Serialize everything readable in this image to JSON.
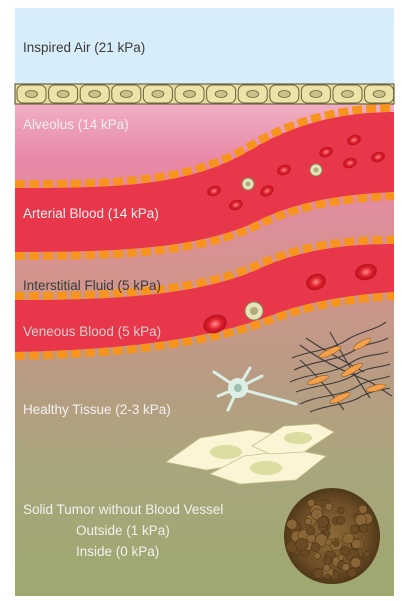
{
  "labels": {
    "inspired_air": "Inspired Air (21 kPa)",
    "alveolus": "Alveolus (14 kPa)",
    "arterial_blood": "Arterial Blood (14 kPa)",
    "interstitial_fluid": "Interstitial Fluid (5 kPa)",
    "venous_blood": "Veneous Blood (5 kPa)",
    "healthy_tissue": "Healthy Tissue (2-3 kPa)",
    "solid_tumor": "Solid Tumor without Blood Vessel",
    "tumor_outside": "Outside (1 kPa)",
    "tumor_inside": "Inside (0 kPa)"
  },
  "colors": {
    "air": "#d6ecf8",
    "alveolus": "#ea8fad",
    "interstitial": "#cf9a8e",
    "tissue": "#a9a97a",
    "vessel": "#e8334a",
    "vessel_border": "#f6931e",
    "tumor": "#7a5a30"
  }
}
